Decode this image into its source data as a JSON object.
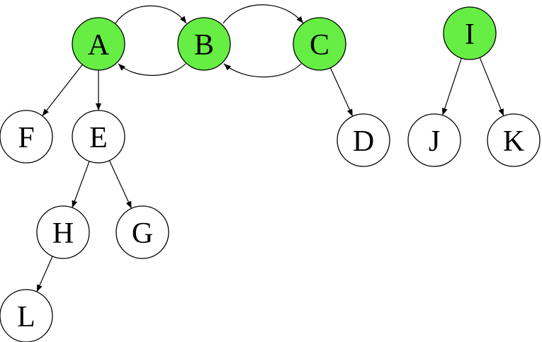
{
  "colors": {
    "highlight": "#66ee44",
    "plain": "#ffffff",
    "stroke": "#000000"
  },
  "nodes": [
    {
      "id": "A",
      "label": "A",
      "highlighted": true
    },
    {
      "id": "B",
      "label": "B",
      "highlighted": true
    },
    {
      "id": "C",
      "label": "C",
      "highlighted": true
    },
    {
      "id": "I",
      "label": "I",
      "highlighted": true
    },
    {
      "id": "F",
      "label": "F",
      "highlighted": false
    },
    {
      "id": "E",
      "label": "E",
      "highlighted": false
    },
    {
      "id": "D",
      "label": "D",
      "highlighted": false
    },
    {
      "id": "J",
      "label": "J",
      "highlighted": false
    },
    {
      "id": "K",
      "label": "K",
      "highlighted": false
    },
    {
      "id": "H",
      "label": "H",
      "highlighted": false
    },
    {
      "id": "G",
      "label": "G",
      "highlighted": false
    },
    {
      "id": "L",
      "label": "L",
      "highlighted": false
    }
  ],
  "edges": [
    {
      "from": "A",
      "to": "B"
    },
    {
      "from": "B",
      "to": "A"
    },
    {
      "from": "B",
      "to": "C"
    },
    {
      "from": "C",
      "to": "B"
    },
    {
      "from": "A",
      "to": "F"
    },
    {
      "from": "A",
      "to": "E"
    },
    {
      "from": "C",
      "to": "D"
    },
    {
      "from": "I",
      "to": "J"
    },
    {
      "from": "I",
      "to": "K"
    },
    {
      "from": "E",
      "to": "H"
    },
    {
      "from": "E",
      "to": "G"
    },
    {
      "from": "H",
      "to": "L"
    }
  ]
}
